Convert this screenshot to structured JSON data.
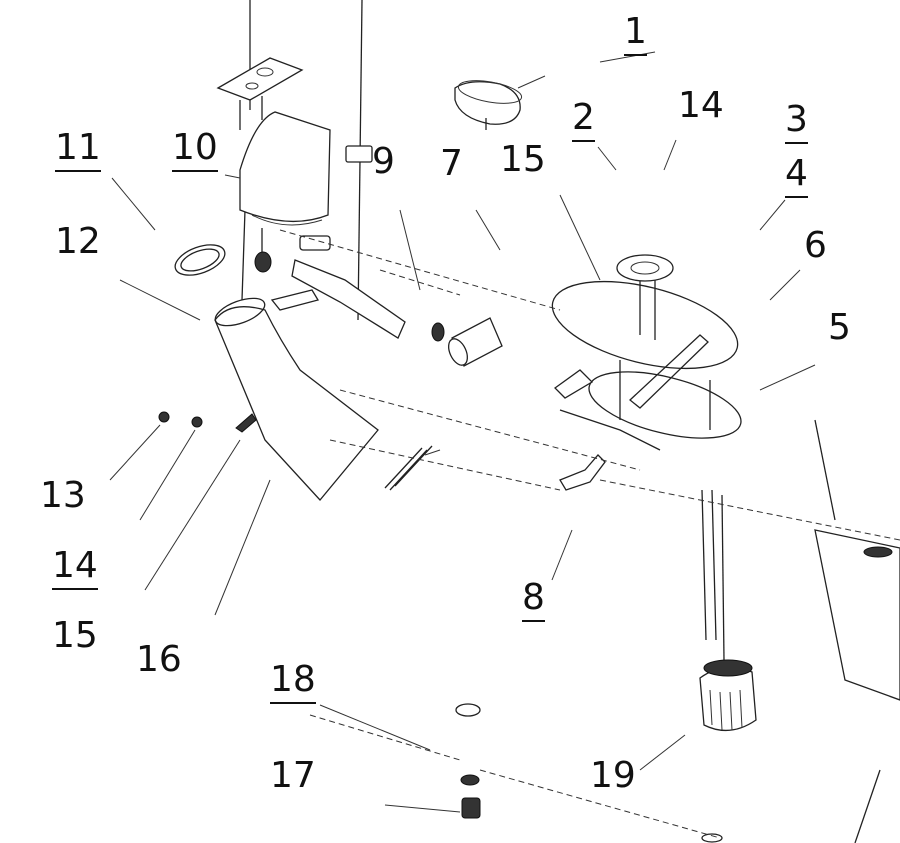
{
  "diagram": {
    "callouts": [
      {
        "id": "c1",
        "text": "1",
        "underline": true
      },
      {
        "id": "c2",
        "text": "2",
        "underline": true
      },
      {
        "id": "c14a",
        "text": "14",
        "underline": false
      },
      {
        "id": "c3",
        "text": "3",
        "underline": true
      },
      {
        "id": "c4",
        "text": "4",
        "underline": true
      },
      {
        "id": "c6",
        "text": "6",
        "underline": false
      },
      {
        "id": "c5",
        "text": "5",
        "underline": false
      },
      {
        "id": "c7",
        "text": "7",
        "underline": false
      },
      {
        "id": "c15a",
        "text": "15",
        "underline": false
      },
      {
        "id": "c9",
        "text": "9",
        "underline": false
      },
      {
        "id": "c10",
        "text": "10",
        "underline": true
      },
      {
        "id": "c11",
        "text": "11",
        "underline": true
      },
      {
        "id": "c12",
        "text": "12",
        "underline": false
      },
      {
        "id": "c13",
        "text": "13",
        "underline": false
      },
      {
        "id": "c14b",
        "text": "14",
        "underline": true
      },
      {
        "id": "c15b",
        "text": "15",
        "underline": false
      },
      {
        "id": "c16",
        "text": "16",
        "underline": false
      },
      {
        "id": "c8",
        "text": "8",
        "underline": true
      },
      {
        "id": "c18",
        "text": "18",
        "underline": true
      },
      {
        "id": "c17",
        "text": "17",
        "underline": false
      },
      {
        "id": "c19",
        "text": "19",
        "underline": false
      }
    ]
  }
}
